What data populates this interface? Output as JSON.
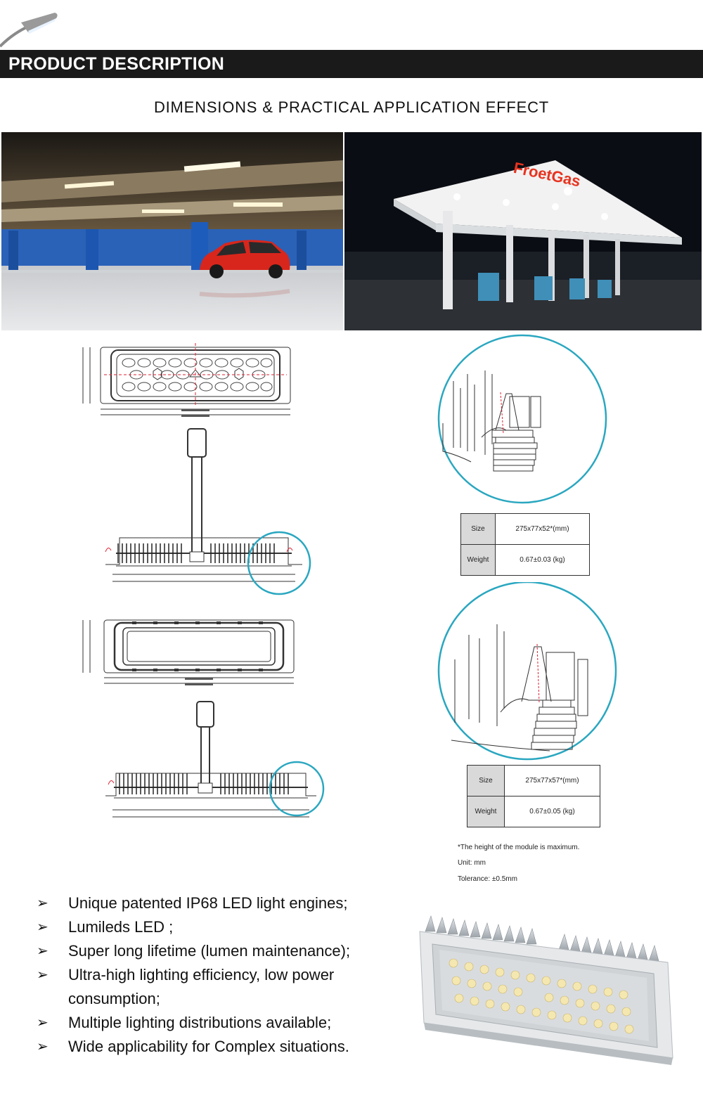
{
  "header": {
    "title": "PRODUCT DESCRIPTION",
    "subtitle": "DIMENSIONS & PRACTICAL APPLICATION EFFECT"
  },
  "photos": {
    "gas_station_sign": "FroetGas"
  },
  "specs": [
    {
      "rows": [
        {
          "key": "Size",
          "value": "275x77x52*(mm)"
        },
        {
          "key": "Weight",
          "value": "0.67±0.03 (kg)"
        }
      ]
    },
    {
      "rows": [
        {
          "key": "Size",
          "value": "275x77x57*(mm)"
        },
        {
          "key": "Weight",
          "value": "0.67±0.05 (kg)"
        }
      ]
    }
  ],
  "notes": {
    "height": "*The height of the module is maximum.",
    "unit": "Unit: mm",
    "tolerance": "Tolerance: ±0.5mm"
  },
  "features": {
    "bullet": "➢",
    "items": [
      "Unique patented IP68 LED light engines;",
      "Lumileds LED ;",
      "Super long lifetime (lumen maintenance);",
      "Ultra-high lighting efficiency, low power consumption;",
      "Multiple lighting distributions available;",
      "Wide applicability for Complex situations."
    ]
  },
  "colors": {
    "banner": "#1a1a1a",
    "circle": "#2aa7c0",
    "gas_sign": "#e8331f"
  }
}
